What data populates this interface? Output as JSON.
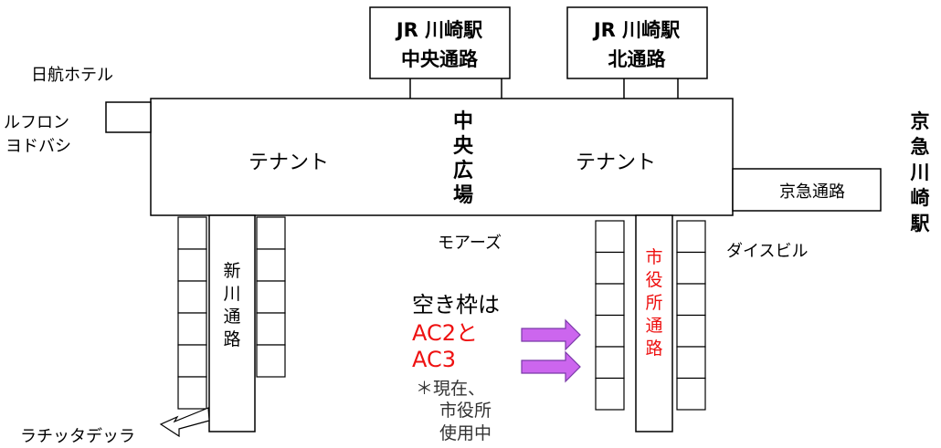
{
  "stations": {
    "jr_central": {
      "line1": "JR 川崎駅",
      "line2": "中央通路"
    },
    "jr_north": {
      "line1": "JR 川崎駅",
      "line2": "北通路"
    },
    "keikyu": [
      "京",
      "急",
      "川",
      "崎",
      "駅"
    ]
  },
  "labels": {
    "nikko_hotel": "日航ホテル",
    "lufflon_line1": "ルフロン",
    "lufflon_line2": "ヨドバシ",
    "tenant_left": "テナント",
    "tenant_right": "テナント",
    "central_plaza": [
      "中",
      "央",
      "広",
      "場"
    ],
    "keikyu_passage": "京急通路",
    "mores": "モアーズ",
    "daisu_bldg": "ダイスビル",
    "shinkawa_passage": [
      "新",
      "川",
      "通",
      "路"
    ],
    "city_hall_passage": [
      "市",
      "役",
      "所",
      "通",
      "路"
    ],
    "lachitta": "ラチッタデッラ"
  },
  "notice": {
    "line1": "空き枠は",
    "line2": "AC2と",
    "line3": "AC3",
    "note_line1": "＊現在、",
    "note_line2": "市役所",
    "note_line3": "使用中"
  },
  "colors": {
    "highlight_text": "#ee1111",
    "arrow_fill": "#cc66ee",
    "arrow_stroke": "#7a3aa8",
    "line": "#000000"
  }
}
